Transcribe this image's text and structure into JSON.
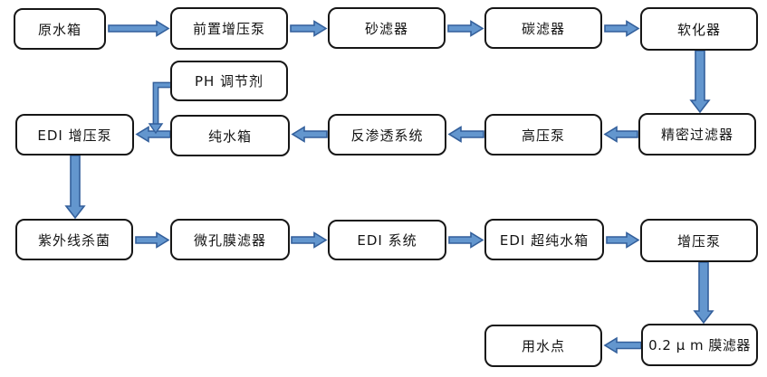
{
  "diagram": {
    "type": "flowchart",
    "background": "#ffffff",
    "box_fill": "#ffffff",
    "box_border": "#161616",
    "arrow_fill": "#6396ce",
    "arrow_border": "#335f9b",
    "nodes": {
      "raw_water_tank": {
        "label": "原水箱"
      },
      "pre_boost_pump": {
        "label": "前置增压泵"
      },
      "sand_filter": {
        "label": "砂滤器"
      },
      "carbon_filter": {
        "label": "碳滤器"
      },
      "softener": {
        "label": "软化器"
      },
      "ph_adjuster": {
        "label": "PH 调节剂"
      },
      "edi_boost_pump": {
        "label": "EDI 增压泵"
      },
      "pure_water_tank": {
        "label": "纯水箱"
      },
      "ro_system": {
        "label": "反渗透系统"
      },
      "high_pressure_pump": {
        "label": "高压泵"
      },
      "precision_filter": {
        "label": "精密过滤器"
      },
      "uv_sterilizer": {
        "label": "紫外线杀菌"
      },
      "micropore_membrane_filter": {
        "label": "微孔膜滤器"
      },
      "edi_system": {
        "label": "EDI 系统"
      },
      "edi_ultrapure_tank": {
        "label": "EDI 超纯水箱"
      },
      "boost_pump": {
        "label": "增压泵"
      },
      "point_of_use": {
        "label": "用水点"
      },
      "membrane_filter_02um": {
        "label": "0.2 μ m 膜滤器"
      }
    },
    "edges": [
      {
        "from": "原水箱",
        "to": "前置增压泵"
      },
      {
        "from": "前置增压泵",
        "to": "砂滤器"
      },
      {
        "from": "砂滤器",
        "to": "碳滤器"
      },
      {
        "from": "碳滤器",
        "to": "软化器"
      },
      {
        "from": "软化器",
        "to": "精密过滤器"
      },
      {
        "from": "精密过滤器",
        "to": "高压泵"
      },
      {
        "from": "高压泵",
        "to": "反渗透系统"
      },
      {
        "from": "反渗透系统",
        "to": "纯水箱"
      },
      {
        "from": "纯水箱",
        "to": "EDI 增压泵"
      },
      {
        "from": "PH 调节剂",
        "to": "EDI 增压泵"
      },
      {
        "from": "EDI 增压泵",
        "to": "紫外线杀菌"
      },
      {
        "from": "紫外线杀菌",
        "to": "微孔膜滤器"
      },
      {
        "from": "微孔膜滤器",
        "to": "EDI 系统"
      },
      {
        "from": "EDI 系统",
        "to": "EDI 超纯水箱"
      },
      {
        "from": "EDI 超纯水箱",
        "to": "增压泵"
      },
      {
        "from": "增压泵",
        "to": "0.2 μ m 膜滤器"
      },
      {
        "from": "0.2 μ m 膜滤器",
        "to": "用水点"
      }
    ]
  }
}
